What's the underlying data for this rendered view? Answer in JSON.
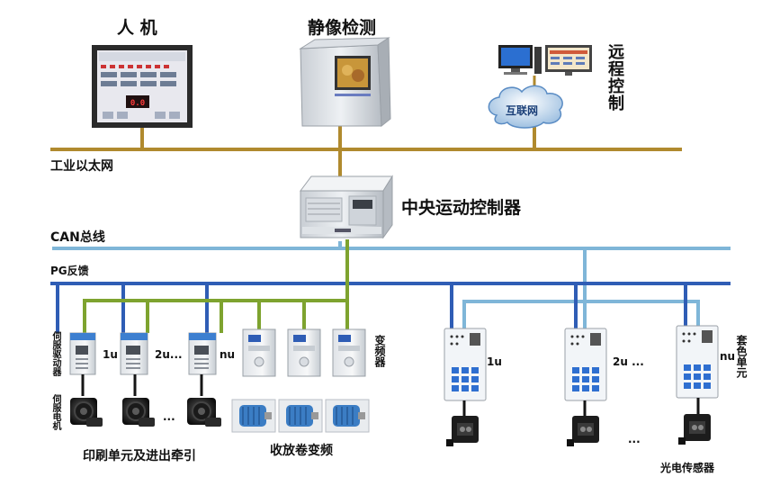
{
  "top": {
    "hmi_label": "人 机",
    "inspection_label": "静像检测",
    "remote_label": "远程控制",
    "internet_label": "互联网",
    "hmi_display": "0.0"
  },
  "networks": {
    "ethernet_label": "工业以太网",
    "can_label": "CAN总线",
    "pg_label": "PG反馈"
  },
  "controller": {
    "label": "中央运动控制器"
  },
  "servo_group": {
    "driver_label": "伺服驱动器",
    "motor_label": "伺服电机",
    "unit_labels": [
      "1u",
      "2u...",
      "nu"
    ],
    "ellipsis": "...",
    "group_label": "印刷单元及进出牵引"
  },
  "vfd_group": {
    "label": "变频器",
    "group_label": "收放卷变频"
  },
  "register_group": {
    "label": "套色单元",
    "unit_labels": [
      "1u",
      "2u ...",
      "nu"
    ],
    "ellipsis": "...",
    "sensor_label": "光电传感器"
  },
  "colors": {
    "ethernet": "#b08a2e",
    "can": "#7fb6d8",
    "pg": "#2f5db5",
    "green": "#7ea32f",
    "dark": "#151515"
  }
}
